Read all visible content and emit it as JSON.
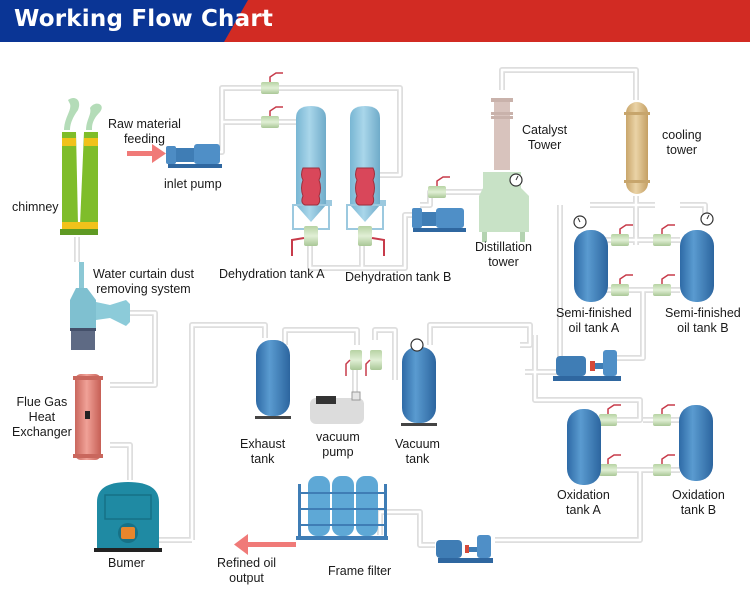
{
  "header": {
    "title": "Working Flow Chart",
    "colors": {
      "blue": "#0a3595",
      "red": "#d22b23"
    }
  },
  "colors": {
    "pipe": "#e2e2e2",
    "valve": "#cfe3bf",
    "tank_blue": "#3e7fb8",
    "dehydration_tank": "#8cc5dd",
    "heater_element": "#d9475a",
    "chimney": "#7fbd2a",
    "chimney_band": "#f1c21b",
    "smoke": "#b4dcb8",
    "catalyst_tower": "#d8c3bd",
    "distillation_tower": "#c8e2c6",
    "cooling_tower": "#dcc08f",
    "heat_exchanger": "#e3877e",
    "burner": "#1f8aa3",
    "arrow": "#f07a78"
  },
  "labels": {
    "raw_material_feeding": "Raw material\nfeeding",
    "inlet_pump": "inlet pump",
    "chimney": "chimney",
    "dehydration_tank_a": "Dehydration tank A",
    "dehydration_tank_b": "Dehydration tank B",
    "catalyst_tower": "Catalyst\nTower",
    "distillation_tower": "Distillation\ntower",
    "cooling_tower": "cooling\ntower",
    "semi_finished_oil_tank_a": "Semi-finished\noil tank A",
    "semi_finished_oil_tank_b": "Semi-finished\noil tank B",
    "water_curtain": "Water curtain dust\nremoving system",
    "flue_gas_heat_exchanger": "Flue Gas\nHeat\nExchanger",
    "exhaust_tank": "Exhaust\ntank",
    "vacuum_pump": "vacuum\npump",
    "vacuum_tank": "Vacuum\ntank",
    "oxidation_tank_a": "Oxidation\ntank A",
    "oxidation_tank_b": "Oxidation\ntank B",
    "burner": "Bumer",
    "refined_oil_output": "Refined oil\noutput",
    "frame_filter": "Frame filter"
  }
}
